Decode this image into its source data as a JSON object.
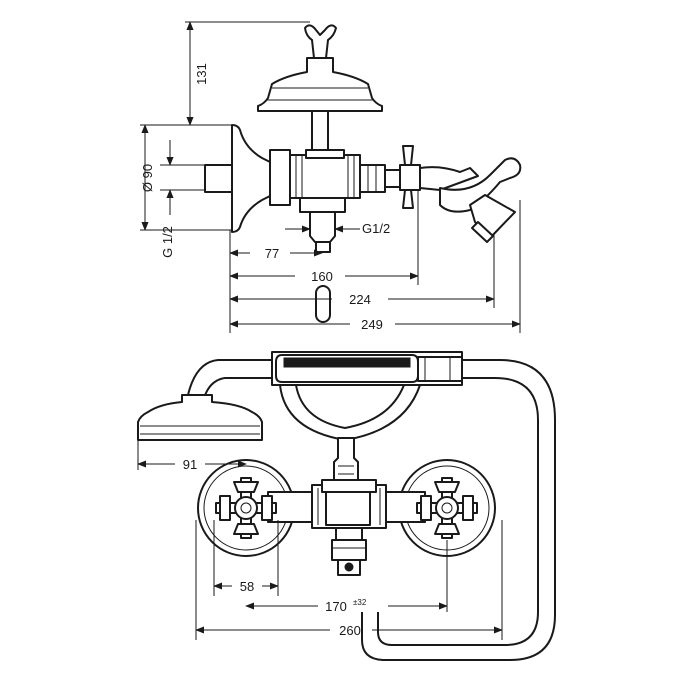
{
  "colors": {
    "ink": "#1a1a1a",
    "paper": "#ffffff"
  },
  "side_view": {
    "dims": {
      "height_131": "131",
      "dia_90": "Ø 90",
      "thread_g12_vertical": "G 1/2",
      "thread_g12": "G1/2",
      "d77": "77",
      "d160": "160",
      "d224": "224",
      "d249": "249"
    }
  },
  "front_view": {
    "dims": {
      "d91": "91",
      "d58": "58",
      "d170": "170",
      "tol_32": "±32",
      "d260": "260"
    }
  }
}
